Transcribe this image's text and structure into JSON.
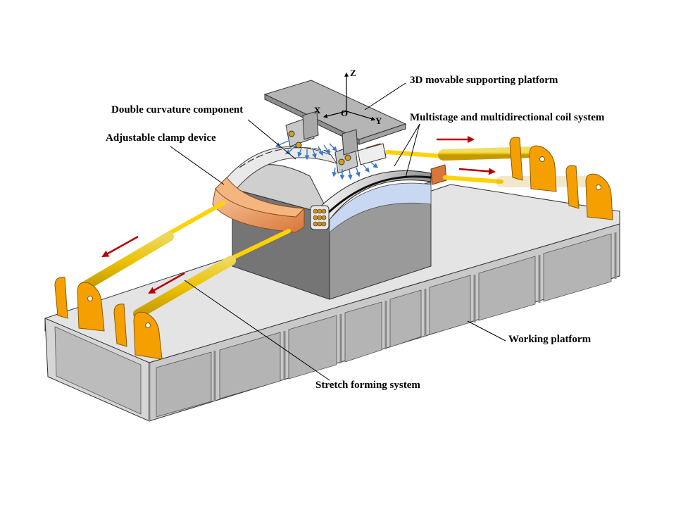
{
  "labels": {
    "supporting_platform": "3D movable supporting platform",
    "double_curvature": "Double curvature component",
    "coil_system": "Multistage and multidirectional coil system",
    "clamp_device": "Adjustable clamp device",
    "working_platform": "Working platform",
    "stretch_forming": "Stretch forming system"
  },
  "axes": {
    "z": "Z",
    "x": "X",
    "o": "O",
    "y": "Y"
  },
  "colors": {
    "platform_top": "#e4e4e4",
    "platform_side": "#c9c9c9",
    "panel": "#b4b4b4",
    "rib": "#e6e6e6",
    "block_front": "#767676",
    "block_side": "#959595",
    "cylinder": "#ffd200",
    "cylinder_dark": "#d4a800",
    "bracket": "#f5a000",
    "clamp": "#f0a060",
    "arrow_red": "#b80000",
    "flux_blue": "#3a78c8",
    "sheet": "#c8d8f2"
  },
  "icons": {
    "direction_arrow": "red-arrow-icon",
    "flux_line": "blue-arrow-icon"
  }
}
